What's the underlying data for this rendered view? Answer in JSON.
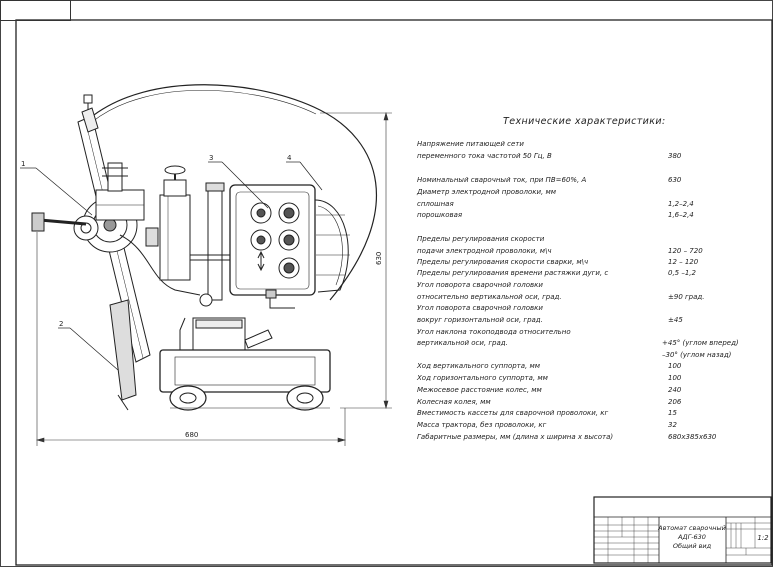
{
  "drawing": {
    "callouts": [
      "1",
      "2",
      "3",
      "4"
    ],
    "dimensions": {
      "width": "680",
      "height": "630"
    }
  },
  "specs": {
    "title": "Технические характеристики:",
    "rows": [
      {
        "label": "Напряжение питающей сети",
        "value": ""
      },
      {
        "label": "переменного тока частотой 50 Гц, В",
        "value": "380"
      },
      {
        "label": "Номинальный сварочный ток, при ПВ=60%, А",
        "value": "630"
      },
      {
        "label": "Диаметр электродной проволоки, мм",
        "value": ""
      },
      {
        "label": "сплошная",
        "value": "1,2–2,4"
      },
      {
        "label": "порошковая",
        "value": "1,6–2,4"
      },
      {
        "label": "Пределы регулирования скорости",
        "value": ""
      },
      {
        "label": "подачи электродной проволоки, м\\ч",
        "value": "120 – 720"
      },
      {
        "label": "Пределы регулирования скорости сварки, м\\ч",
        "value": "12 – 120"
      },
      {
        "label": "Пределы регулирования времени растяжки дуги, с",
        "value": "0,5 –1,2"
      },
      {
        "label": "Угол поворота сварочной головки",
        "value": ""
      },
      {
        "label": "относительно вертикальной оси, град.",
        "value": "±90 град."
      },
      {
        "label": "Угол поворота сварочной головки",
        "value": ""
      },
      {
        "label": "вокруг горизонтальной оси, град.",
        "value": "±45"
      },
      {
        "label": "Угол наклона токоподвода относительно",
        "value": ""
      },
      {
        "label": "вертикальной оси, град.",
        "value": "+45° (углом вперед)"
      },
      {
        "label": "",
        "value": "–30° (углом назад)"
      },
      {
        "label": "Ход вертикального суппорта, мм",
        "value": "100"
      },
      {
        "label": "Ход горизонтального суппорта, мм",
        "value": "100"
      },
      {
        "label": "Межосевое расстояние колес, мм",
        "value": "240"
      },
      {
        "label": "Колесная колея, мм",
        "value": "206"
      },
      {
        "label": "Вместимость кассеты для сварочной проволоки, кг",
        "value": "15"
      },
      {
        "label": "Масса трактора, без проволоки, кг",
        "value": "32"
      },
      {
        "label": "Габаритные размеры, мм (длина х ширина х высота)",
        "value": "680х385х630"
      }
    ]
  },
  "title_block": {
    "name_line1": "Автомат сварочный",
    "name_line2": "АДГ-630",
    "name_line3": "Общий вид",
    "scale": "1:2"
  }
}
